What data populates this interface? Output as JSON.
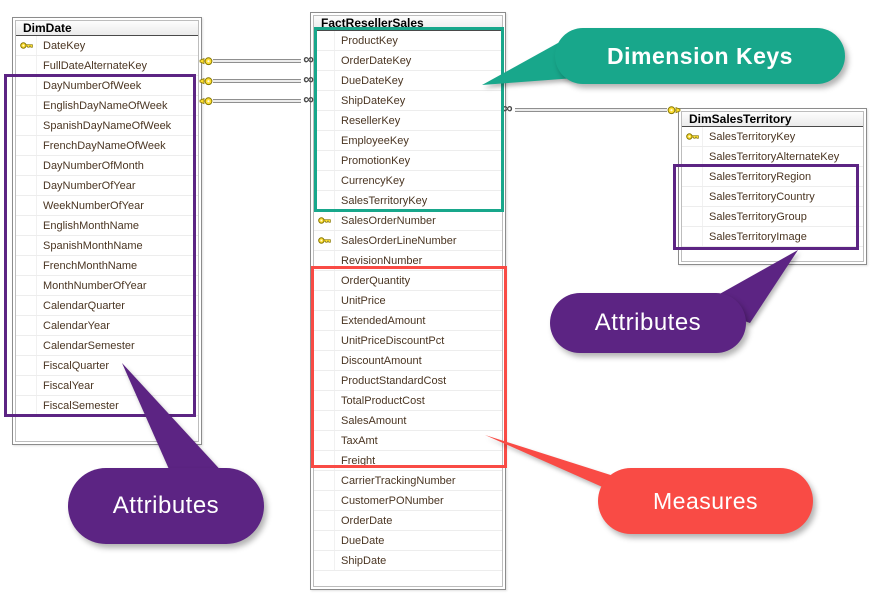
{
  "diagram": {
    "many_symbol": "∞",
    "colors": {
      "teal": "#18a78b",
      "purple": "#5c2483",
      "red": "#f94b45",
      "key_yellow": "#ffdf33",
      "table_border": "#8c8c8c",
      "field_text": "#4a3522"
    },
    "tables": {
      "dimdate": {
        "name": "DimDate",
        "fields": [
          {
            "name": "DateKey",
            "key": true
          },
          {
            "name": "FullDateAlternateKey"
          },
          {
            "name": "DayNumberOfWeek"
          },
          {
            "name": "EnglishDayNameOfWeek"
          },
          {
            "name": "SpanishDayNameOfWeek"
          },
          {
            "name": "FrenchDayNameOfWeek"
          },
          {
            "name": "DayNumberOfMonth"
          },
          {
            "name": "DayNumberOfYear"
          },
          {
            "name": "WeekNumberOfYear"
          },
          {
            "name": "EnglishMonthName"
          },
          {
            "name": "SpanishMonthName"
          },
          {
            "name": "FrenchMonthName"
          },
          {
            "name": "MonthNumberOfYear"
          },
          {
            "name": "CalendarQuarter"
          },
          {
            "name": "CalendarYear"
          },
          {
            "name": "CalendarSemester"
          },
          {
            "name": "FiscalQuarter"
          },
          {
            "name": "FiscalYear"
          },
          {
            "name": "FiscalSemester"
          }
        ]
      },
      "fact": {
        "name": "FactResellerSales",
        "fields": [
          {
            "name": "ProductKey"
          },
          {
            "name": "OrderDateKey"
          },
          {
            "name": "DueDateKey"
          },
          {
            "name": "ShipDateKey"
          },
          {
            "name": "ResellerKey"
          },
          {
            "name": "EmployeeKey"
          },
          {
            "name": "PromotionKey"
          },
          {
            "name": "CurrencyKey"
          },
          {
            "name": "SalesTerritoryKey"
          },
          {
            "name": "SalesOrderNumber",
            "key": true
          },
          {
            "name": "SalesOrderLineNumber",
            "key": true
          },
          {
            "name": "RevisionNumber"
          },
          {
            "name": "OrderQuantity"
          },
          {
            "name": "UnitPrice"
          },
          {
            "name": "ExtendedAmount"
          },
          {
            "name": "UnitPriceDiscountPct"
          },
          {
            "name": "DiscountAmount"
          },
          {
            "name": "ProductStandardCost"
          },
          {
            "name": "TotalProductCost"
          },
          {
            "name": "SalesAmount"
          },
          {
            "name": "TaxAmt"
          },
          {
            "name": "Freight"
          },
          {
            "name": "CarrierTrackingNumber"
          },
          {
            "name": "CustomerPONumber"
          },
          {
            "name": "OrderDate"
          },
          {
            "name": "DueDate"
          },
          {
            "name": "ShipDate"
          }
        ]
      },
      "dimsalesterritory": {
        "name": "DimSalesTerritory",
        "fields": [
          {
            "name": "SalesTerritoryKey",
            "key": true
          },
          {
            "name": "SalesTerritoryAlternateKey"
          },
          {
            "name": "SalesTerritoryRegion"
          },
          {
            "name": "SalesTerritoryCountry"
          },
          {
            "name": "SalesTerritoryGroup"
          },
          {
            "name": "SalesTerritoryImage"
          }
        ]
      }
    },
    "callouts": {
      "dimension_keys": {
        "label": "Dimension Keys",
        "color": "#18a78b"
      },
      "attributes_right": {
        "label": "Attributes",
        "color": "#5c2483"
      },
      "attributes_left": {
        "label": "Attributes",
        "color": "#5c2483"
      },
      "measures": {
        "label": "Measures",
        "color": "#f94b45"
      }
    }
  }
}
